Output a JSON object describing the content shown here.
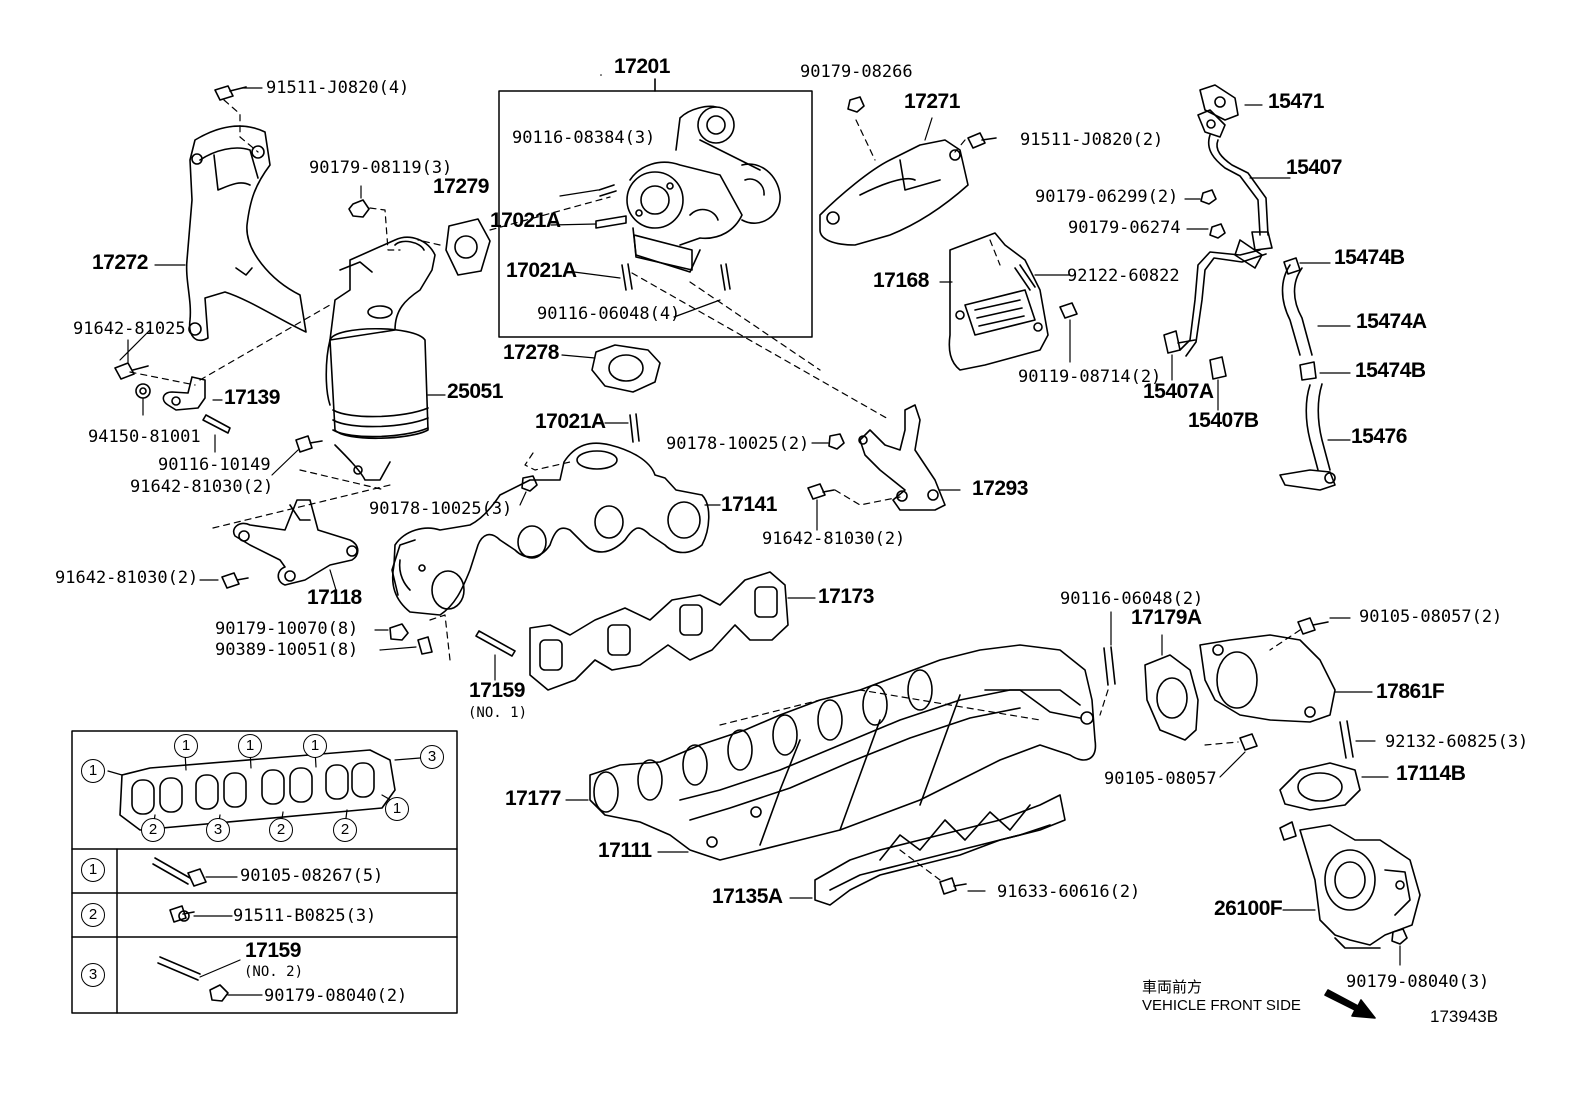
{
  "labels": {
    "p17201": "17201",
    "p90116_08384": "90116-08384(3)",
    "p90179_08119": "90179-08119(3)",
    "p17279": "17279",
    "p17021A_1": "17021A",
    "p17021A_2": "17021A",
    "p90116_06048_4": "90116-06048(4)",
    "p91511_J0820_4": "91511-J0820(4)",
    "p17272": "17272",
    "p91642_81025": "91642-81025",
    "p17139": "17139",
    "p94150_81001": "94150-81001",
    "p90116_10149": "90116-10149",
    "p91642_81030_a": "91642-81030(2)",
    "p25051": "25051",
    "p17278": "17278",
    "p17021A_3": "17021A",
    "p90178_10025_a": "90178-10025(2)",
    "p90178_10025_b": "90178-10025(3)",
    "p17141": "17141",
    "p17293": "17293",
    "p91642_81030_b": "91642-81030(2)",
    "p91642_81030_c": "91642-81030(2)",
    "p17118": "17118",
    "p90179_10070": "90179-10070(8)",
    "p90389_10051": "90389-10051(8)",
    "p17173": "17173",
    "p17159": "17159",
    "p17159_no1": "(NO. 1)",
    "p90179_08266": "90179-08266",
    "p17271": "17271",
    "p91511_J0820_2": "91511-J0820(2)",
    "p17168": "17168",
    "p92122_60822": "92122-60822",
    "p90119_08714": "90119-08714(2)",
    "p15471": "15471",
    "p15407": "15407",
    "p90179_06299": "90179-06299(2)",
    "p90179_06274": "90179-06274",
    "p15474B_1": "15474B",
    "p15474A": "15474A",
    "p15474B_2": "15474B",
    "p15407A": "15407A",
    "p15407B": "15407B",
    "p15476": "15476",
    "p90116_06048_2": "90116-06048(2)",
    "p17179A": "17179A",
    "p90105_08057_2": "90105-08057(2)",
    "p17861F": "17861F",
    "p92132_60825": "92132-60825(3)",
    "p90105_08057": "90105-08057",
    "p17114B": "17114B",
    "p26100F": "26100F",
    "p90179_08040_3": "90179-08040(3)",
    "p17177": "17177",
    "p17111": "17111",
    "p17135A": "17135A",
    "p91633_60616": "91633-60616(2)"
  },
  "legend": {
    "callouts": [
      "1",
      "2",
      "3"
    ],
    "row1_part": "90105-08267(5)",
    "row2_part": "91511-B0825(3)",
    "row3_part_a": "17159",
    "row3_part_a_note": "(NO. 2)",
    "row3_part_b": "90179-08040(2)"
  },
  "footer": {
    "front_cn": "車両前方",
    "front_en": "VEHICLE FRONT SIDE",
    "illustration_code": "173943B"
  }
}
